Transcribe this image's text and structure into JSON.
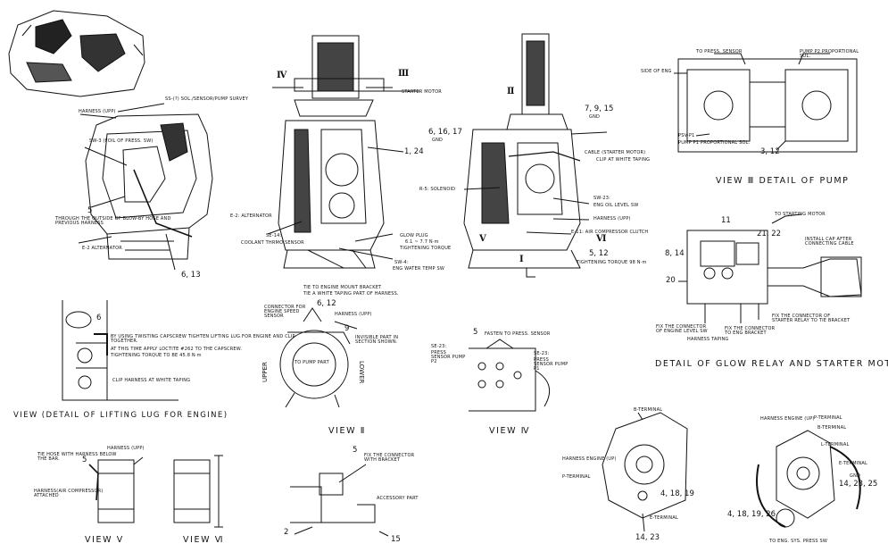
{
  "captions": {
    "view_lifting_lug": "VIEW (DETAIL OF LIFTING LUG FOR ENGINE)",
    "view_2": "VIEW Ⅱ",
    "view_4": "VIEW Ⅳ",
    "view_5": "VIEW V",
    "view_6": "VIEW Ⅵ",
    "view_3": "VIEW Ⅲ  DETAIL OF PUMP",
    "glow_relay": "DETAIL OF GLOW RELAY AND STARTER MOTOR"
  },
  "side_view": {
    "harness_upp": "HARNESS (UPP)",
    "ss_sensor": "SS-(?)  SOL./SENSOR/PUMP SURVEY",
    "sw_pressure": "SW-3  (FOIL OF PRESS. SW)",
    "n5": "5",
    "through_note": "THROUGH THE OUTSIDE OF BLOW-BY HOSE AND PREVIOUS HARNESS",
    "e_alt": "E-2  ALTERNATOR",
    "n6_13": "6, 13"
  },
  "front_view": {
    "roman4": "Ⅳ",
    "roman3": "Ⅲ",
    "starter": "STARTER MOTOR",
    "n1_24": "1, 24",
    "alt": "E-2: ALTERNATOR",
    "se14": "SE-14:",
    "coolant": "COOLANT THRMO SENSOR",
    "glow_plug": "GLOW PLUG",
    "torque": "6.1 ~ 7.7 N·m",
    "torque2": "TIGHTENING TORQUE",
    "sw_water": "SW-4:",
    "eng_water": "ENG WATER TEMP SW"
  },
  "rear_view": {
    "roman2": "Ⅱ",
    "n7_9_15": "7, 9, 15",
    "gnd": "GND",
    "n6_16_17": "6, 16, 17",
    "gnd2": "GND",
    "cable": "CABLE (STARTER MOTOR)",
    "clip": "CLIP AT WHITE TAPING",
    "r5": "R-5: SOLENOID",
    "sw23": "SW-23:",
    "eng_oil": "ENG OIL LEVEL SW",
    "harness_upp": "HARNESS (UPP)",
    "e11": "E-11: AIR COMPRESSOR CLUTCH",
    "roman5": "V",
    "roman6": "Ⅵ",
    "n5_12": "5, 12",
    "torque": "TIGHTENING TORQUE 98 N·m",
    "roman1": "Ⅰ"
  },
  "pump": {
    "press_sensor": "TO PRESS. SENSOR",
    "pump_pl": "PUMP P2 PROPORTIONAL SOL.",
    "side_eng": "SIDE OF ENG",
    "psv_p1": "PSV-P1",
    "pump_p1": "PUMP P1 PROPORTIONAL SOL.",
    "n3_12": "3, 12"
  },
  "glow": {
    "to_starting": "TO STARTING MOTOR",
    "n11": "11",
    "n21_22": "21, 22",
    "n8_14": "8, 14",
    "install_cap": "INSTALL CAP AFTER CONNECTING CABLE",
    "n20": "20",
    "fix1": "FIX THE CONNECTOR OF ENGINE LEVEL SW",
    "harness_taping": "HARNESS TAPING",
    "fix2": "FIX THE CONNECTOR TO ENG BRACKET",
    "fix3": "FIX THE CONNECTOR OF STARTER RELAY TO TIE BRACKET"
  },
  "lug": {
    "n6": "6",
    "note1": "BY USING TWISTING CAPSCREW TIGHTEN LIFTING LUG FOR ENGINE AND CLIP TOGETHER.",
    "note2": "AT THIS TIME APPLY LOCTITE #262 TO THE CAPSCREW.",
    "note3": "TIGHTENING TORQUE TO BE 45.8 N·m",
    "clip": "CLIP HARNESS AT WHITE TAPING"
  },
  "view2": {
    "tie_eng": "TIE TO ENGINE MOUNT BRACKET",
    "tie_white": "TIE A WHITE TAPING PART OF HARNESS.",
    "n6_12": "6, 12",
    "connector": "CONNECTOR FOR ENGINE SPEED SENSOR",
    "harness_upp": "HARNESS (UPP)",
    "n9": "9",
    "invisible": "INVISIBLE PART IN SECTION SHOWN.",
    "upper": "UPPER",
    "lower": "LOWER",
    "to_pump": "TO PUMP PART"
  },
  "view4": {
    "n5": "5",
    "fasten": "FASTEN TO PRESS. SENSOR",
    "se23a": "SE-23:",
    "press_a": "PRESS SENSOR PUMP P2",
    "se23b": "SE-23:",
    "press_b": "PRESS SENSOR PUMP P1"
  },
  "view5": {
    "tie_hose": "TIE HOSE WITH HARNESS BELOW THE BAR.",
    "harness_upp": "HARNESS (UPP)",
    "n5": "5",
    "comp": "HARNESS(AIR COMPRESSOR) ATTACHED"
  },
  "bracket": {
    "fix": "FIX THE CONNECTOR WITH BRACKET",
    "n5": "5",
    "accessory": "ACCESSORY PART",
    "n2": "2",
    "n15": "15"
  },
  "alt_view": {
    "b_term": "B-TERMINAL",
    "harness_eng": "HARNESS ENGINE (UP)",
    "p_term": "P-TERMINAL",
    "n4_18_19": "4, 18, 19",
    "e_term": "E-TERMINAL",
    "n14_23": "14, 23"
  },
  "starter_view": {
    "harness_eng": "HARNESS ENGINE (UP)",
    "p_term": "P-TERMINAL",
    "b_term": "B-TERMINAL",
    "l_term": "L-TERMINAL",
    "e_term": "E-TERMINAL",
    "gnd": "GND",
    "n14_23_25": "14, 23, 25",
    "n4_18": "4, 18, 19, 26",
    "to_eng": "TO ENG. SYS. PRESS SW"
  }
}
